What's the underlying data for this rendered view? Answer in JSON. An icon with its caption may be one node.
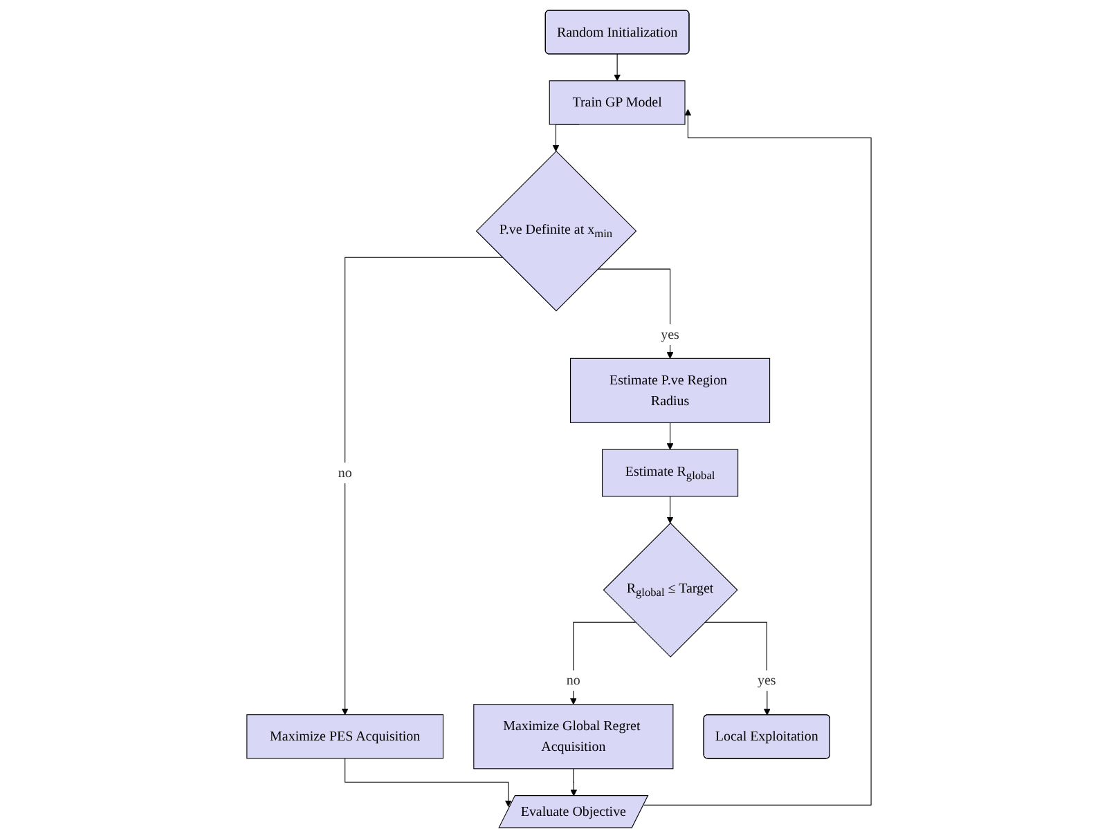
{
  "diagram": {
    "nodes": [
      {
        "text": [
          "Random Initialization"
        ]
      },
      {
        "text": [
          "Train GP Model"
        ]
      },
      {
        "text": [
          "P.ve Definite at x$_{min}$"
        ]
      },
      {
        "text": [
          "Maximize PES Acquisition"
        ]
      },
      {
        "text": [
          "Evaluate Objective"
        ]
      },
      {
        "text": [
          "Estimate P.ve Region Radius"
        ]
      },
      {
        "text": [
          "Estimate R$_{global}$"
        ]
      },
      {
        "text": [
          "R$_{global}$ ≤ Target"
        ]
      },
      {
        "text": [
          "Maximize Global Regret Acquisition"
        ]
      },
      {
        "text": [
          "Local Exploitation"
        ]
      }
    ],
    "edges": [
      {
        "from": 0,
        "to": 1,
        "arrow": "to"
      },
      {
        "from": 1,
        "to": 2,
        "arrow": "to"
      },
      {
        "from": 2,
        "to": 5,
        "arrow": "to",
        "label": "yes"
      },
      {
        "from": 2,
        "to": 3,
        "arrow": "to",
        "label": "no"
      },
      {
        "from": 3,
        "to": 4,
        "arrow": "to"
      },
      {
        "from": 4,
        "to": 1,
        "arrow": "to"
      },
      {
        "from": 5,
        "to": 6,
        "arrow": "to"
      },
      {
        "from": 6,
        "to": 7,
        "arrow": "to"
      },
      {
        "from": 7,
        "to": 8,
        "arrow": "to",
        "label": "no"
      },
      {
        "from": 7,
        "to": 9,
        "arrow": "to",
        "label": "yes"
      },
      {
        "from": 8,
        "to": 4,
        "arrow": "to"
      }
    ]
  }
}
